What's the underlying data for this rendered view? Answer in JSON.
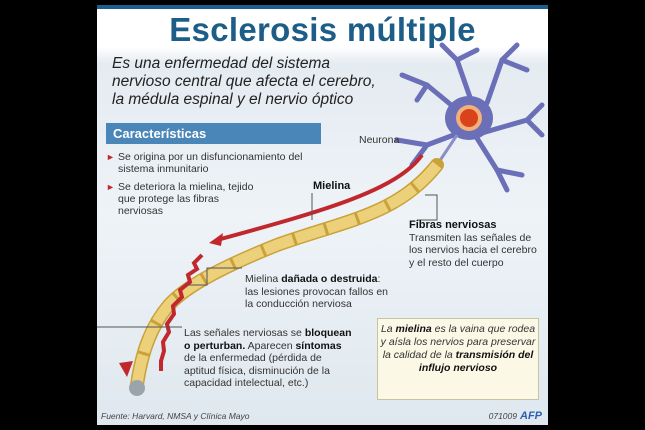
{
  "title": "Esclerosis múltiple",
  "intro": [
    "Es una enfermedad del sistema",
    "nervioso central que afecta el cerebro,",
    "la médula espinal y el nervio óptico"
  ],
  "characteristics": {
    "heading": "Características",
    "items": [
      "Se origina por un disfuncionamiento del sistema inmunitario",
      "Se deteriora la mielina, tejido que protege las fibras nerviosas"
    ]
  },
  "labels": {
    "neuron": "Neurona",
    "myelin": "Mielina",
    "fibers_title": "Fibras nerviosas",
    "fibers_text": "Transmiten las señales de los nervios hacia el cerebro y el resto del cuerpo",
    "damaged_pre": "Mielina ",
    "damaged_bold": "dañada o destruida",
    "damaged_post": ": las lesiones provocan fallos en la conducción nerviosa",
    "signals_pre": "Las señales nerviosas se ",
    "signals_bold": "bloquean o perturban.",
    "signals_mid": " Aparecen ",
    "signals_bold2": "síntomas",
    "signals_post": " de la enfermedad (pérdida de aptitud física, disminución de la capacidad intelectual, etc.)"
  },
  "note": {
    "pre": "La ",
    "bold1": "mielina",
    "mid": " es la vaina que rodea y aísla los nervios para preservar la calidad de la ",
    "bold2": "transmisión del influjo nervioso"
  },
  "source": "Fuente: Harvard, NMSA y Clínica Mayo",
  "code": "071009",
  "agency": "AFP",
  "colors": {
    "title": "#1d5e88",
    "header_bar": "#4a86b8",
    "arrow": "#c0282d",
    "myelin": "#e2bf55",
    "neuron": "#6a6fb8"
  }
}
